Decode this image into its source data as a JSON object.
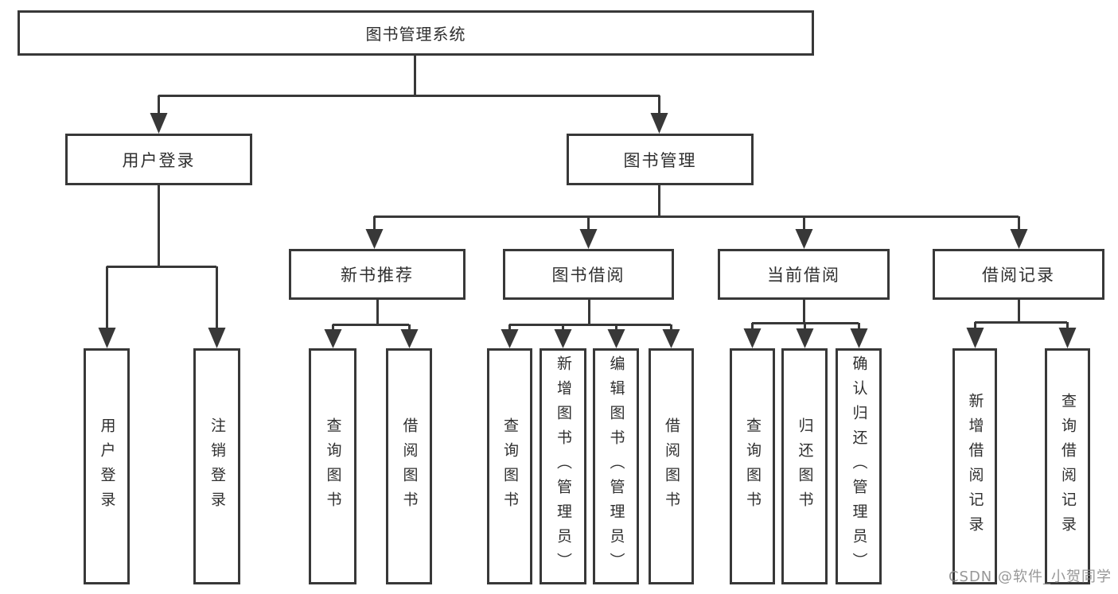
{
  "diagram": {
    "root": {
      "label": "图书管理系统"
    },
    "user_login": {
      "label": "用户登录",
      "children": [
        {
          "label": "用户登录"
        },
        {
          "label": "注销登录"
        }
      ]
    },
    "book_mgmt": {
      "label": "图书管理",
      "sections": [
        {
          "label": "新书推荐",
          "children": [
            {
              "label": "查询图书"
            },
            {
              "label": "借阅图书"
            }
          ]
        },
        {
          "label": "图书借阅",
          "children": [
            {
              "label": "查询图书"
            },
            {
              "label": "新增图书（管理员）"
            },
            {
              "label": "编辑图书（管理员）"
            },
            {
              "label": "借阅图书"
            }
          ]
        },
        {
          "label": "当前借阅",
          "children": [
            {
              "label": "查询图书"
            },
            {
              "label": "归还图书"
            },
            {
              "label": "确认归还（管理员）"
            }
          ]
        },
        {
          "label": "借阅记录",
          "children": [
            {
              "label": "新增借阅记录"
            },
            {
              "label": "查询借阅记录"
            }
          ]
        }
      ]
    },
    "watermark": {
      "text": "CSDN @软件_小贺同学"
    },
    "colors": {
      "line": "#383838",
      "box_border": "#383838",
      "text": "#2f2f2f",
      "watermark": "#8e8e8e",
      "background": "#ffffff"
    }
  }
}
